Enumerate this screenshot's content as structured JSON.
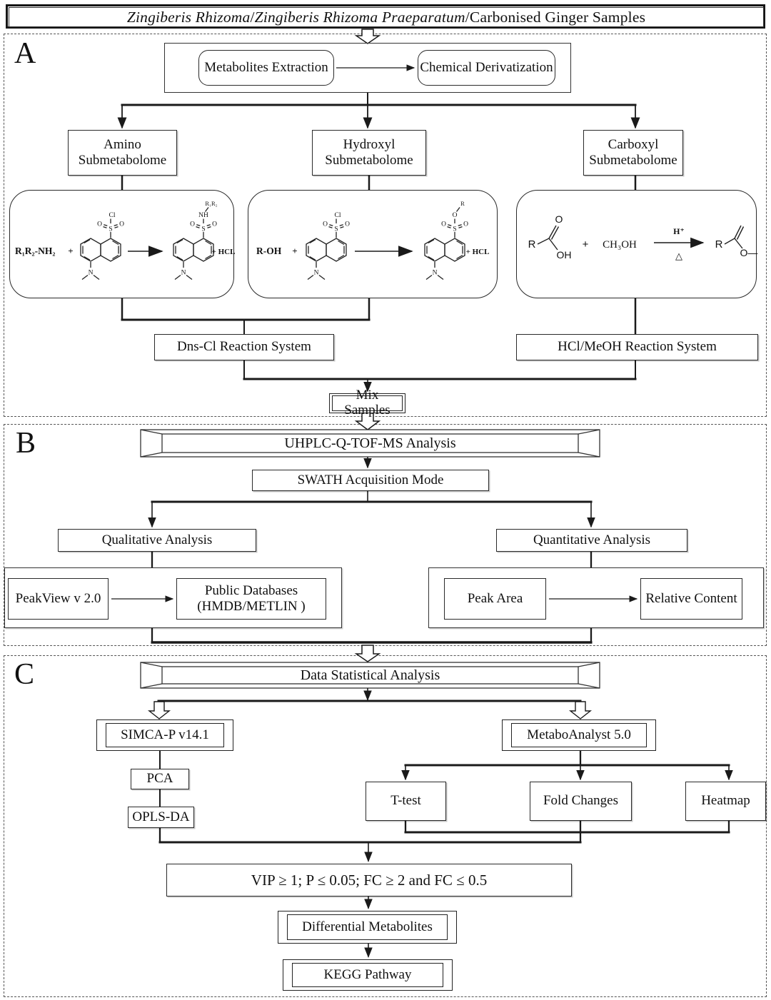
{
  "colors": {
    "ink": "#1a1a1a",
    "background": "#ffffff"
  },
  "title": {
    "latin1": "Zingiberis Rhizoma",
    "sep1": " / ",
    "latin2": "Zingiberis Rhizoma Praeparatum",
    "sep2": " / ",
    "rest": "Carbonised Ginger Samples"
  },
  "panels": {
    "a_label": "A",
    "b_label": "B",
    "c_label": "C"
  },
  "a": {
    "metabolites_extraction": "Metabolites Extraction",
    "chemical_derivatization": "Chemical Derivatization",
    "amino_l1": "Amino",
    "amino_l2": "Submetabolome",
    "hydroxyl_l1": "Hydroxyl",
    "hydroxyl_l2": "Submetabolome",
    "carboxyl_l1": "Carboxyl",
    "carboxyl_l2": "Submetabolome",
    "dns_system": "Dns-Cl Reaction System",
    "hcl_system": "HCl/MeOH Reaction System",
    "mix": "Mix Samples",
    "chem": {
      "amine_reactant": "R₁R₂-NH₂",
      "alcohol_reactant": "R-OH",
      "plus": "+",
      "plus_hcl": "+ HCL",
      "s": "S",
      "o": "O",
      "n": "N",
      "cl": "Cl",
      "nh": "NH",
      "r1r2": "R₁R₂",
      "r": "R",
      "oh": "OH",
      "methanol": "CH₃OH",
      "hplus": "H⁺",
      "delta": "△",
      "o_dash": "O—"
    }
  },
  "b": {
    "uhplc": "UHPLC-Q-TOF-MS Analysis",
    "swath": "SWATH Acquisition Mode",
    "qualitative": "Qualitative Analysis",
    "quantitative": "Quantitative Analysis",
    "peakview": "PeakView v 2.0",
    "publicdb_l1": "Public Databases",
    "publicdb_l2": "(HMDB/METLIN )",
    "peak_area": "Peak Area",
    "relative_content": "Relative Content"
  },
  "c": {
    "dsa": "Data Statistical Analysis",
    "simca": "SIMCA-P v14.1",
    "metabo": "MetaboAnalyst 5.0",
    "pca": "PCA",
    "oplsda": "OPLS-DA",
    "ttest": "T-test",
    "fold": "Fold Changes",
    "heatmap": "Heatmap",
    "vip": "VIP ≥ 1; P ≤ 0.05; FC ≥ 2 and FC ≤ 0.5",
    "diff": "Differential Metabolites",
    "kegg": "KEGG Pathway"
  }
}
